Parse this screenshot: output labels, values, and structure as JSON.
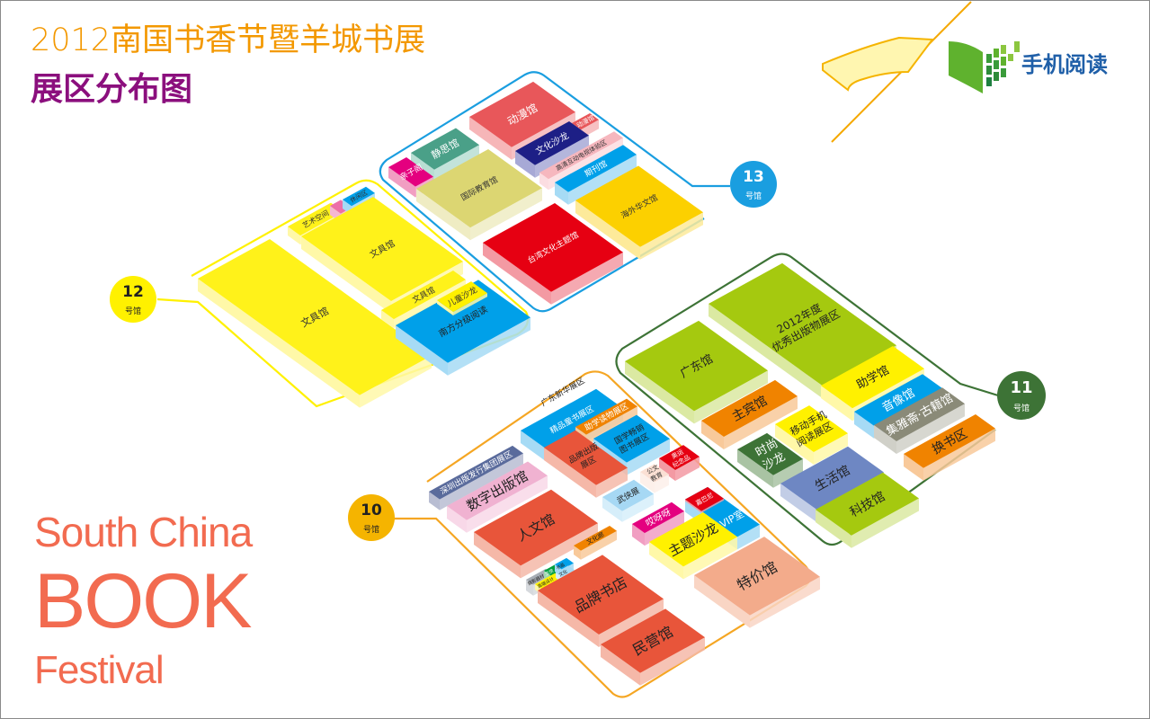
{
  "title": {
    "main": "2012南国书香节暨羊城书展",
    "sub": "展区分布图"
  },
  "logo": {
    "text": "手机阅读"
  },
  "festival": {
    "line1": "South China",
    "line2": "BOOK",
    "line3": "Festival"
  },
  "annotations": {
    "xinhua": "广东新华展区"
  },
  "halls": {
    "h10": {
      "number": "10",
      "suffix": "号馆",
      "color": "#f5b400"
    },
    "h11": {
      "number": "11",
      "suffix": "号馆",
      "color": "#3d7336"
    },
    "h12": {
      "number": "12",
      "suffix": "号馆",
      "color": "#fff100"
    },
    "h13": {
      "number": "13",
      "suffix": "号馆",
      "color": "#1a9ee0"
    }
  },
  "zones": {
    "h12_wenju_big": [
      "文具馆"
    ],
    "h12_art": [
      "艺术空间"
    ],
    "h12_pink": [],
    "h12_rest": [
      "休闲区"
    ],
    "h12_wenju2": [
      "文具馆"
    ],
    "h12_wenju3": [
      "文具馆"
    ],
    "h12_kids": [
      "儿童沙龙"
    ],
    "h12_nanfang": [
      "南方分级阅读"
    ],
    "h13_dongman": [
      "动漫馆"
    ],
    "h13_dongman2": [
      "动漫馆"
    ],
    "h13_salon": [
      "文化沙龙"
    ],
    "h13_hdtv": [
      "高清互动电视体验区"
    ],
    "h13_periodicals": [
      "期刊馆"
    ],
    "h13_jingsi": [
      "静思馆"
    ],
    "h13_parent": [
      "亲子阁"
    ],
    "h13_intl": [
      "国际教育馆"
    ],
    "h13_taiwan": [
      "台湾文化主题馆"
    ],
    "h13_overseas": [
      "海外华文馆"
    ],
    "h11_guangdong": [
      "广东馆"
    ],
    "h11_excellent": [
      "2012年度",
      "优秀出版物展区"
    ],
    "h11_zhuxue": [
      "助学馆"
    ],
    "h11_av": [
      "音像馆"
    ],
    "h11_guji": [
      "集雅斋·古籍馆"
    ],
    "h11_exchange": [
      "换书区"
    ],
    "h11_guest": [
      "主宾馆"
    ],
    "h11_mobile": [
      "移动手机",
      "阅读展区"
    ],
    "h11_fashion": [
      "时尚",
      "沙龙"
    ],
    "h11_life": [
      "生活馆"
    ],
    "h11_tech": [
      "科技馆"
    ],
    "h10_childrens": [
      "精品童书展区"
    ],
    "h10_study": [
      "助学读物展区"
    ],
    "h10_brandpub": [
      "品牌出版",
      "展区"
    ],
    "h10_guoxue": [
      "国学畅销",
      "图书展区"
    ],
    "h10_shenzhen": [
      "深圳出版发行集团展区"
    ],
    "h10_digital": [
      "数字出版馆"
    ],
    "h10_humanities": [
      "人文馆"
    ],
    "h10_culture_gallery": [
      "文化廊"
    ],
    "h10_photo": [
      "摄影器材"
    ],
    "h10_wenfang": [
      "文房"
    ],
    "h10_shuhua": [
      "书画"
    ],
    "h10_wenhua": [
      "文化"
    ],
    "h10_design": [
      "高端设计"
    ],
    "h10_brandstore": [
      "品牌书店"
    ],
    "h10_private": [
      "民营馆"
    ],
    "h10_bargain": [
      "特价馆"
    ],
    "h10_theme": [
      "主题沙龙"
    ],
    "h10_vip": [
      "VIP室"
    ],
    "h10_jiabani": [
      "嘉巴尼"
    ],
    "h10_aiyaya": [
      "哎呀呀"
    ],
    "h10_wuxia": [
      "武侠展"
    ],
    "h10_gongwen": [
      "公文",
      "教育"
    ],
    "h10_olympic": [
      "奥运",
      "纪念品"
    ]
  }
}
